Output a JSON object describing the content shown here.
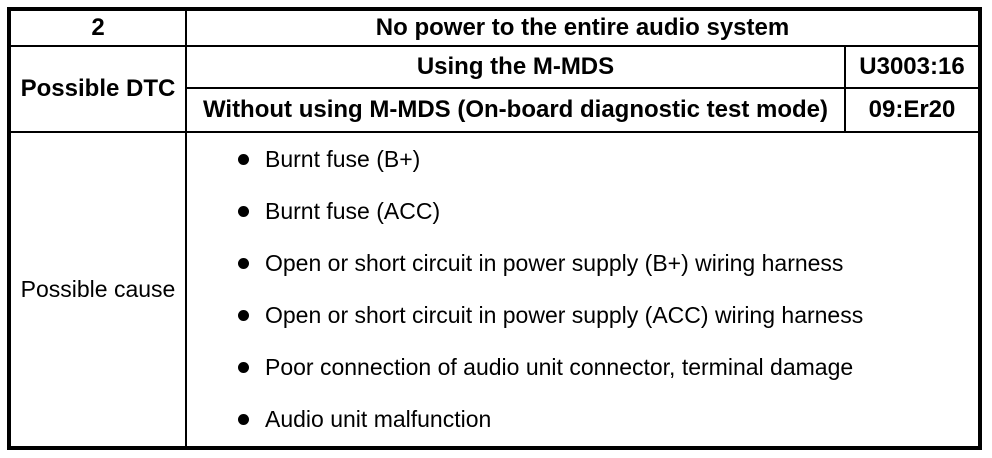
{
  "colors": {
    "background": "#ffffff",
    "border": "#000000",
    "text": "#000000"
  },
  "table": {
    "row_number": "2",
    "symptom": "No power to the entire audio system",
    "possible_dtc": {
      "label": "Possible DTC",
      "rows": [
        {
          "method": "Using the M-MDS",
          "code": "U3003:16"
        },
        {
          "method": "Without using M-MDS (On-board diagnostic test mode)",
          "code": "09:Er20"
        }
      ]
    },
    "possible_cause": {
      "label": "Possible cause",
      "items": [
        "Burnt fuse (B+)",
        "Burnt fuse (ACC)",
        "Open or short circuit in power supply (B+) wiring harness",
        "Open or short circuit in power supply (ACC) wiring harness",
        "Poor connection of audio unit connector, terminal damage",
        "Audio unit malfunction"
      ]
    }
  }
}
